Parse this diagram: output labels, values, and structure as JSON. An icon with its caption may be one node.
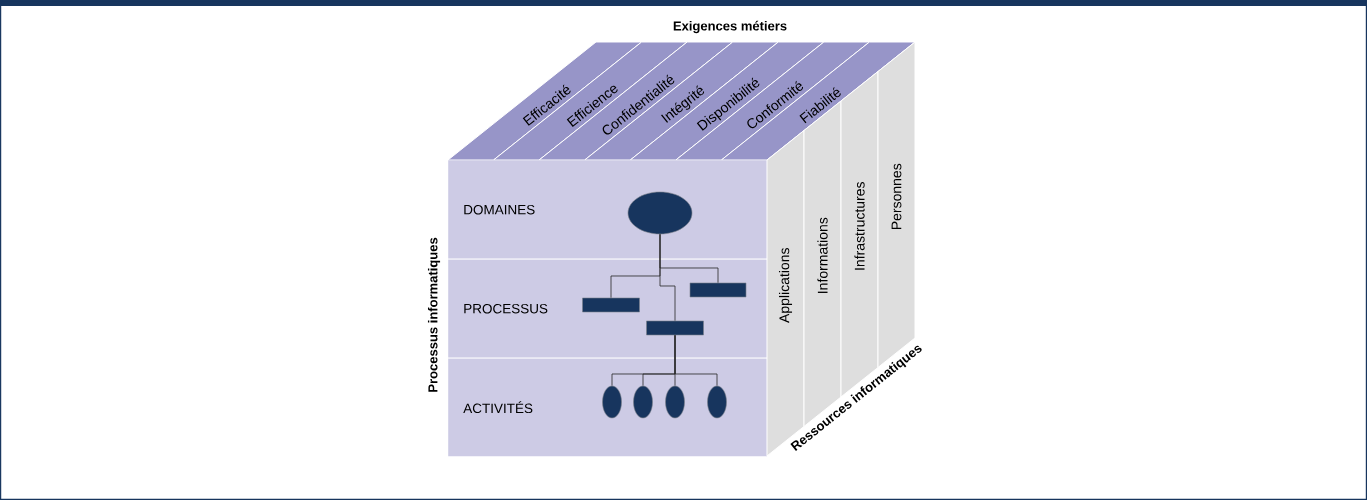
{
  "diagram": {
    "nodes": [
      {
        "text": [
          "Efficacité"
        ]
      },
      {
        "text": [
          "Efficience"
        ]
      },
      {
        "text": [
          "Confidentialité"
        ]
      },
      {
        "text": [
          "Intégrité"
        ]
      },
      {
        "text": [
          "Disponibilité"
        ]
      },
      {
        "text": [
          "Conformité"
        ]
      },
      {
        "text": [
          "Fiabilité"
        ]
      },
      {
        "text": [
          "DOMAINES"
        ]
      },
      {
        "text": [],
        "shape": "circle",
        "in": 7
      },
      {
        "text": [
          "PROCESSUS"
        ]
      },
      {
        "text": [],
        "shape": "box",
        "in": 9
      },
      {
        "text": [],
        "shape": "box",
        "in": 9
      },
      {
        "text": [],
        "shape": "box",
        "in": 9
      },
      {
        "text": [
          "ACTIVITÉS"
        ]
      },
      {
        "text": [],
        "shape": "circle",
        "in": 13
      },
      {
        "text": [],
        "shape": "circle",
        "in": 13
      },
      {
        "text": [],
        "shape": "circle",
        "in": 13
      },
      {
        "text": [],
        "shape": "circle",
        "in": 13
      },
      {
        "text": [
          "Applications"
        ]
      },
      {
        "text": [
          "Informations"
        ]
      },
      {
        "text": [
          "Infrastructures"
        ]
      },
      {
        "text": [
          "Personnes"
        ]
      }
    ],
    "edges": [
      {
        "from": 8,
        "to": 10,
        "arrow": "none"
      },
      {
        "from": 8,
        "to": 11,
        "arrow": "none"
      },
      {
        "from": 8,
        "to": 12,
        "arrow": "none"
      },
      {
        "from": 12,
        "to": 14,
        "arrow": "none"
      },
      {
        "from": 12,
        "to": 15,
        "arrow": "none"
      },
      {
        "from": 12,
        "to": 16,
        "arrow": "none"
      },
      {
        "from": 12,
        "to": 17,
        "arrow": "none"
      }
    ],
    "labels": [
      "Exigences métiers",
      "Processus informatiques",
      "Ressources informatiques"
    ]
  }
}
